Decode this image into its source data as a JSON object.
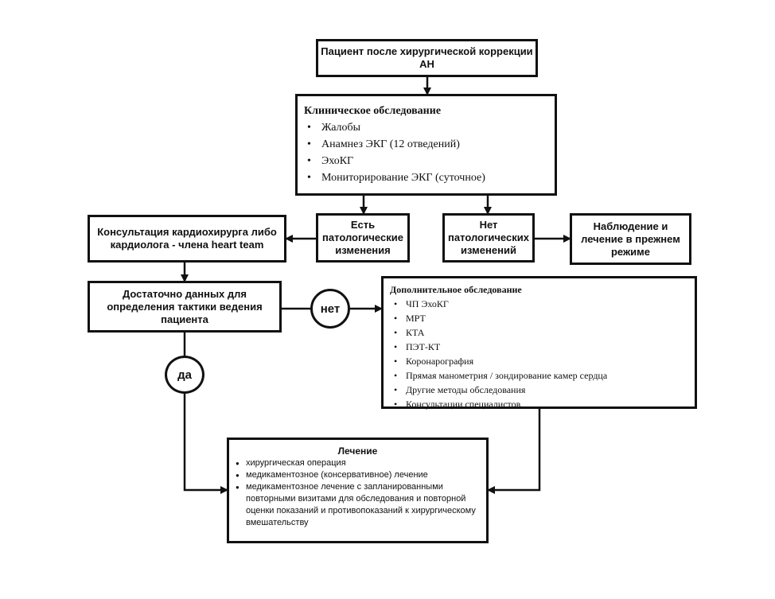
{
  "nodes": {
    "patient": {
      "text": "Пациент после хирургической коррекции АН"
    },
    "clinical_exam": {
      "title": "Клиническое обследование",
      "items": [
        "Жалобы",
        "Анамнез ЭКГ (12 отведений)",
        "ЭхоКГ",
        "Мониторирование ЭКГ (суточное)"
      ]
    },
    "pathology_yes": {
      "text": "Есть патологические изменения"
    },
    "pathology_no": {
      "text": "Нет патологических изменений"
    },
    "observation": {
      "text": "Наблюдение и лечение в прежнем режиме"
    },
    "consultation": {
      "text": "Консультация кардиохирурга либо кардиолога - члена heart team"
    },
    "enough_data": {
      "text": "Достаточно данных для определения тактики ведения пациента"
    },
    "decision_no": {
      "text": "нет"
    },
    "decision_yes": {
      "text": "да"
    },
    "additional_exam": {
      "title": "Дополнительное обследование",
      "items": [
        "ЧП ЭхоКГ",
        "МРТ",
        "КТА",
        "ПЭТ-КТ",
        "Коронарография",
        "Прямая манометрия / зондирование камер сердца",
        "Другие методы обследования",
        "Консультации специалистов"
      ]
    },
    "treatment": {
      "title": "Лечение",
      "items": [
        "хирургическая операция",
        "медикаментозное (консервативное) лечение",
        "медикаментозное лечение с запланированными повторными визитами для обследования и повторной оценки показаний и противопоказаний к хирургическому вмешательству"
      ]
    }
  }
}
